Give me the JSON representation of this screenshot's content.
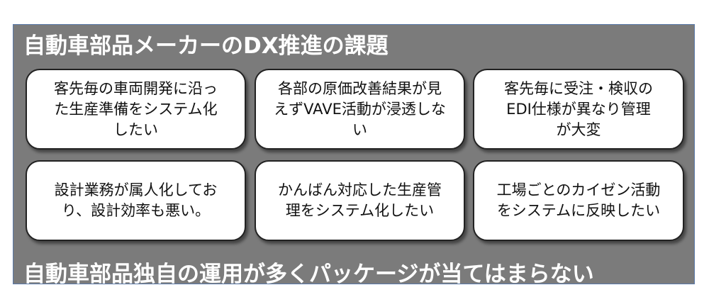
{
  "title": "自動車部品メーカーのDX推進の課題",
  "cards": [
    {
      "text": "客先毎の車両開発に沿った生産準備をシステム化したい"
    },
    {
      "text": "各部の原価改善結果が見えずVAVE活動が浸透しない"
    },
    {
      "text": "客先毎に受注・検収のEDI仕様が異なり管理が大変"
    },
    {
      "text": "設計業務が属人化しており、設計効率も悪い。"
    },
    {
      "text": "かんばん対応した生産管理をシステム化したい"
    },
    {
      "text": "工場ごとのカイゼン活動をシステムに反映したい"
    }
  ],
  "footer": "自動車部品独自の運用が多くパッケージが当てはまらない"
}
